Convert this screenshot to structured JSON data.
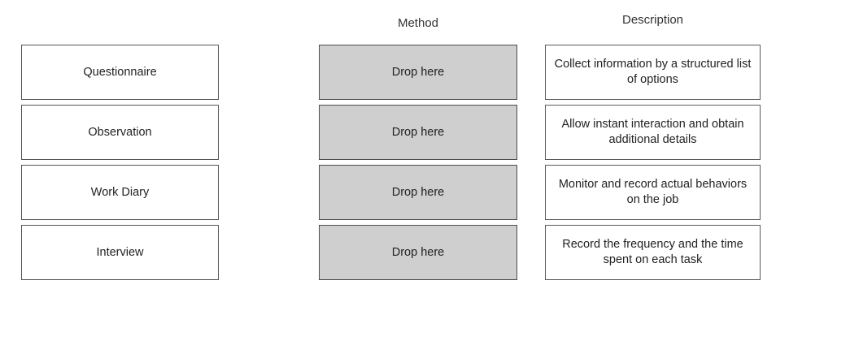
{
  "headers": {
    "method": "Method",
    "description": "Description"
  },
  "colors": {
    "drop_zone_fill": "#cfcfcf",
    "card_fill": "#ffffff",
    "border": "#555555",
    "text": "#222222",
    "background": "#ffffff"
  },
  "source_items": [
    {
      "label": "Questionnaire"
    },
    {
      "label": "Observation"
    },
    {
      "label": "Work Diary"
    },
    {
      "label": "Interview"
    }
  ],
  "drop_zones": [
    {
      "label": "Drop here"
    },
    {
      "label": "Drop here"
    },
    {
      "label": "Drop here"
    },
    {
      "label": "Drop here"
    }
  ],
  "descriptions": [
    {
      "label": "Collect information by a structured list of options"
    },
    {
      "label": "Allow instant interaction and obtain additional details"
    },
    {
      "label": "Monitor and record actual behaviors on the job"
    },
    {
      "label": "Record the frequency and the time spent on each task"
    }
  ]
}
